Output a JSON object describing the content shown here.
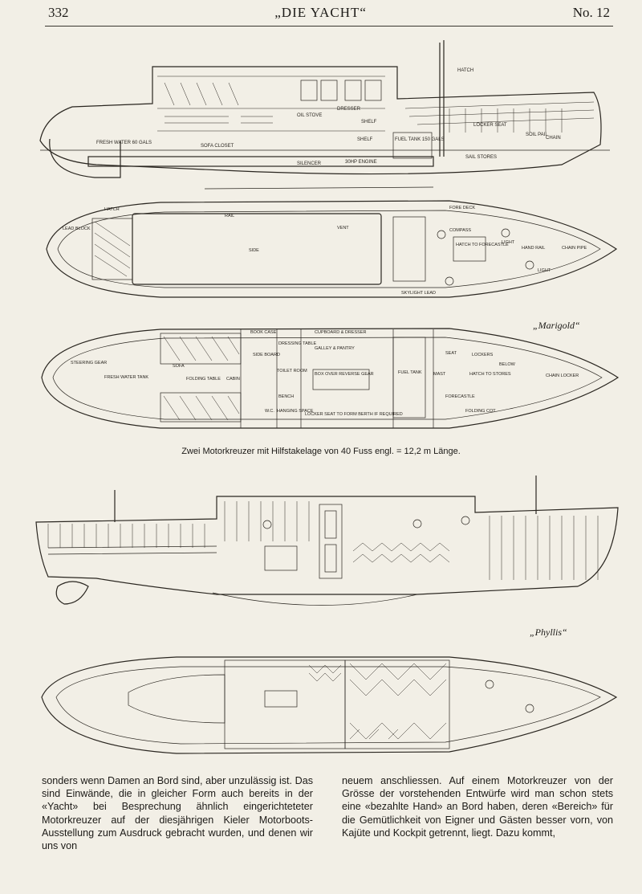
{
  "header": {
    "page_number": "332",
    "title": "„DIE YACHT“",
    "issue": "No. 12"
  },
  "labels": {
    "top_profile": [
      "HATCH",
      "OIL STOVE",
      "DRESSER",
      "SHELF",
      "FUEL TANK 150 GALS",
      "SHELF",
      "SOFA CLOSET",
      "FRESH WATER 60 GALS",
      "SILENCER",
      "30HP ENGINE",
      "LOCKER SEAT",
      "SOIL PAIL",
      "CHAIN",
      "SAIL STORES"
    ],
    "deck": [
      "FORE DECK",
      "LEAD BLOCK",
      "HATCH",
      "LIGHT",
      "RAIL",
      "COMPASS",
      "HATCH TO FORECASTLE",
      "HAND RAIL",
      "CHAIN PIPE",
      "LIGHT",
      "SIDE",
      "SKYLIGHT LEAD",
      "VENT"
    ],
    "plan": [
      "BOOK CASE",
      "SIDE BOARD",
      "DRESSING TABLE",
      "CUPBOARD & DRESSER",
      "GALLEY & PANTRY",
      "FUEL TANK",
      "SEAT",
      "LOCKERS",
      "BELOW",
      "STEERING GEAR",
      "FRESH WATER TANK",
      "SOFA",
      "FOLDING TABLE",
      "CABIN",
      "TOILET ROOM",
      "BENCH",
      "W.C.",
      "HANGING SPACE",
      "BOX OVER REVERSE GEAR",
      "LOCKER SEAT TO FORM BERTH IF REQUIRED",
      "MAST",
      "HATCH TO STORES",
      "CHAIN LOCKER",
      "FORECASTLE",
      "FOLDING COT"
    ]
  },
  "names": {
    "marigold": "„Marigold“",
    "phyllis": "„Phyllis“"
  },
  "caption": "Zwei Motorkreuzer mit Hilfstakelage von 40 Fuss engl. = 12,2 m Länge.",
  "body_text": {
    "left": "sonders wenn Damen an Bord sind, aber unzulässig ist. Das sind Einwände, die in gleicher Form auch bereits in der «Yacht» bei Besprechung ähnlich eingerichteteter Motorkreuzer auf der diesjährigen Kieler Motorboots-Ausstellung zum Ausdruck gebracht wurden, und denen wir uns von",
    "right": "neuem anschliessen. Auf einem Motorkreuzer von der Grösse der vorstehenden Entwürfe wird man schon stets eine «bezahlte Hand» an Bord haben, deren «Bereich» für die Gemütlichkeit von Eigner und Gästen besser vorn, von Kajüte und Kockpit getrennt, liegt. Dazu kommt,"
  }
}
